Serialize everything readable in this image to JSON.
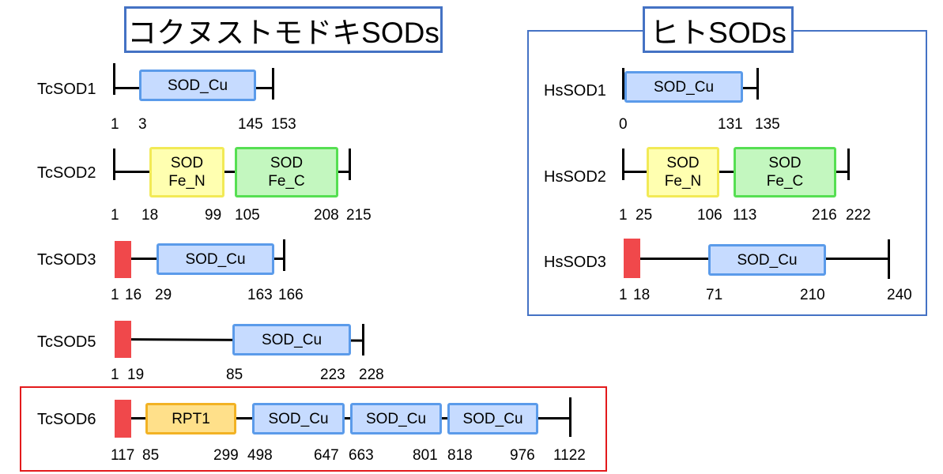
{
  "titles": {
    "left": "コクヌストモドキSODs",
    "right": "ヒトSODs"
  },
  "colors": {
    "group_frame": "#4472c4",
    "highlight_frame": "#e31a1c",
    "sod_cu": "#c6dbff",
    "sod_fe_n": "#ffffb0",
    "sod_fe_c": "#c3f7bf",
    "rpt1": "#ffe08a",
    "signal_peptide": "#f0484b"
  },
  "proteins": {
    "tcsod1": {
      "name": "TcSOD1",
      "domains": {
        "d1": "SOD_Cu"
      },
      "labels": [
        "1",
        "3",
        "145",
        "153"
      ]
    },
    "tcsod2": {
      "name": "TcSOD2",
      "domains": {
        "d1a": "SOD",
        "d1b": "Fe_N",
        "d2a": "SOD",
        "d2b": "Fe_C"
      },
      "labels": [
        "1",
        "18",
        "99",
        "105",
        "208",
        "215"
      ]
    },
    "tcsod3": {
      "name": "TcSOD3",
      "domains": {
        "d1": "SOD_Cu"
      },
      "labels": [
        "1",
        "16",
        "29",
        "163",
        "166"
      ]
    },
    "tcsod5": {
      "name": "TcSOD5",
      "domains": {
        "d1": "SOD_Cu"
      },
      "labels": [
        "1",
        "19",
        "85",
        "223",
        "228"
      ]
    },
    "tcsod6": {
      "name": "TcSOD6",
      "domains": {
        "d1": "RPT1",
        "d2": "SOD_Cu",
        "d3": "SOD_Cu",
        "d4": "SOD_Cu"
      },
      "labels": [
        "117",
        "85",
        "299",
        "498",
        "647",
        "663",
        "801",
        "818",
        "976",
        "1122"
      ]
    },
    "hssod1": {
      "name": "HsSOD1",
      "domains": {
        "d1": "SOD_Cu"
      },
      "labels": [
        "0",
        "131",
        "135"
      ]
    },
    "hssod2": {
      "name": "HsSOD2",
      "domains": {
        "d1a": "SOD",
        "d1b": "Fe_N",
        "d2a": "SOD",
        "d2b": "Fe_C"
      },
      "labels": [
        "1",
        "25",
        "106",
        "113",
        "216",
        "222"
      ]
    },
    "hssod3": {
      "name": "HsSOD3",
      "domains": {
        "d1": "SOD_Cu"
      },
      "labels": [
        "1",
        "18",
        "71",
        "210",
        "240"
      ]
    }
  }
}
